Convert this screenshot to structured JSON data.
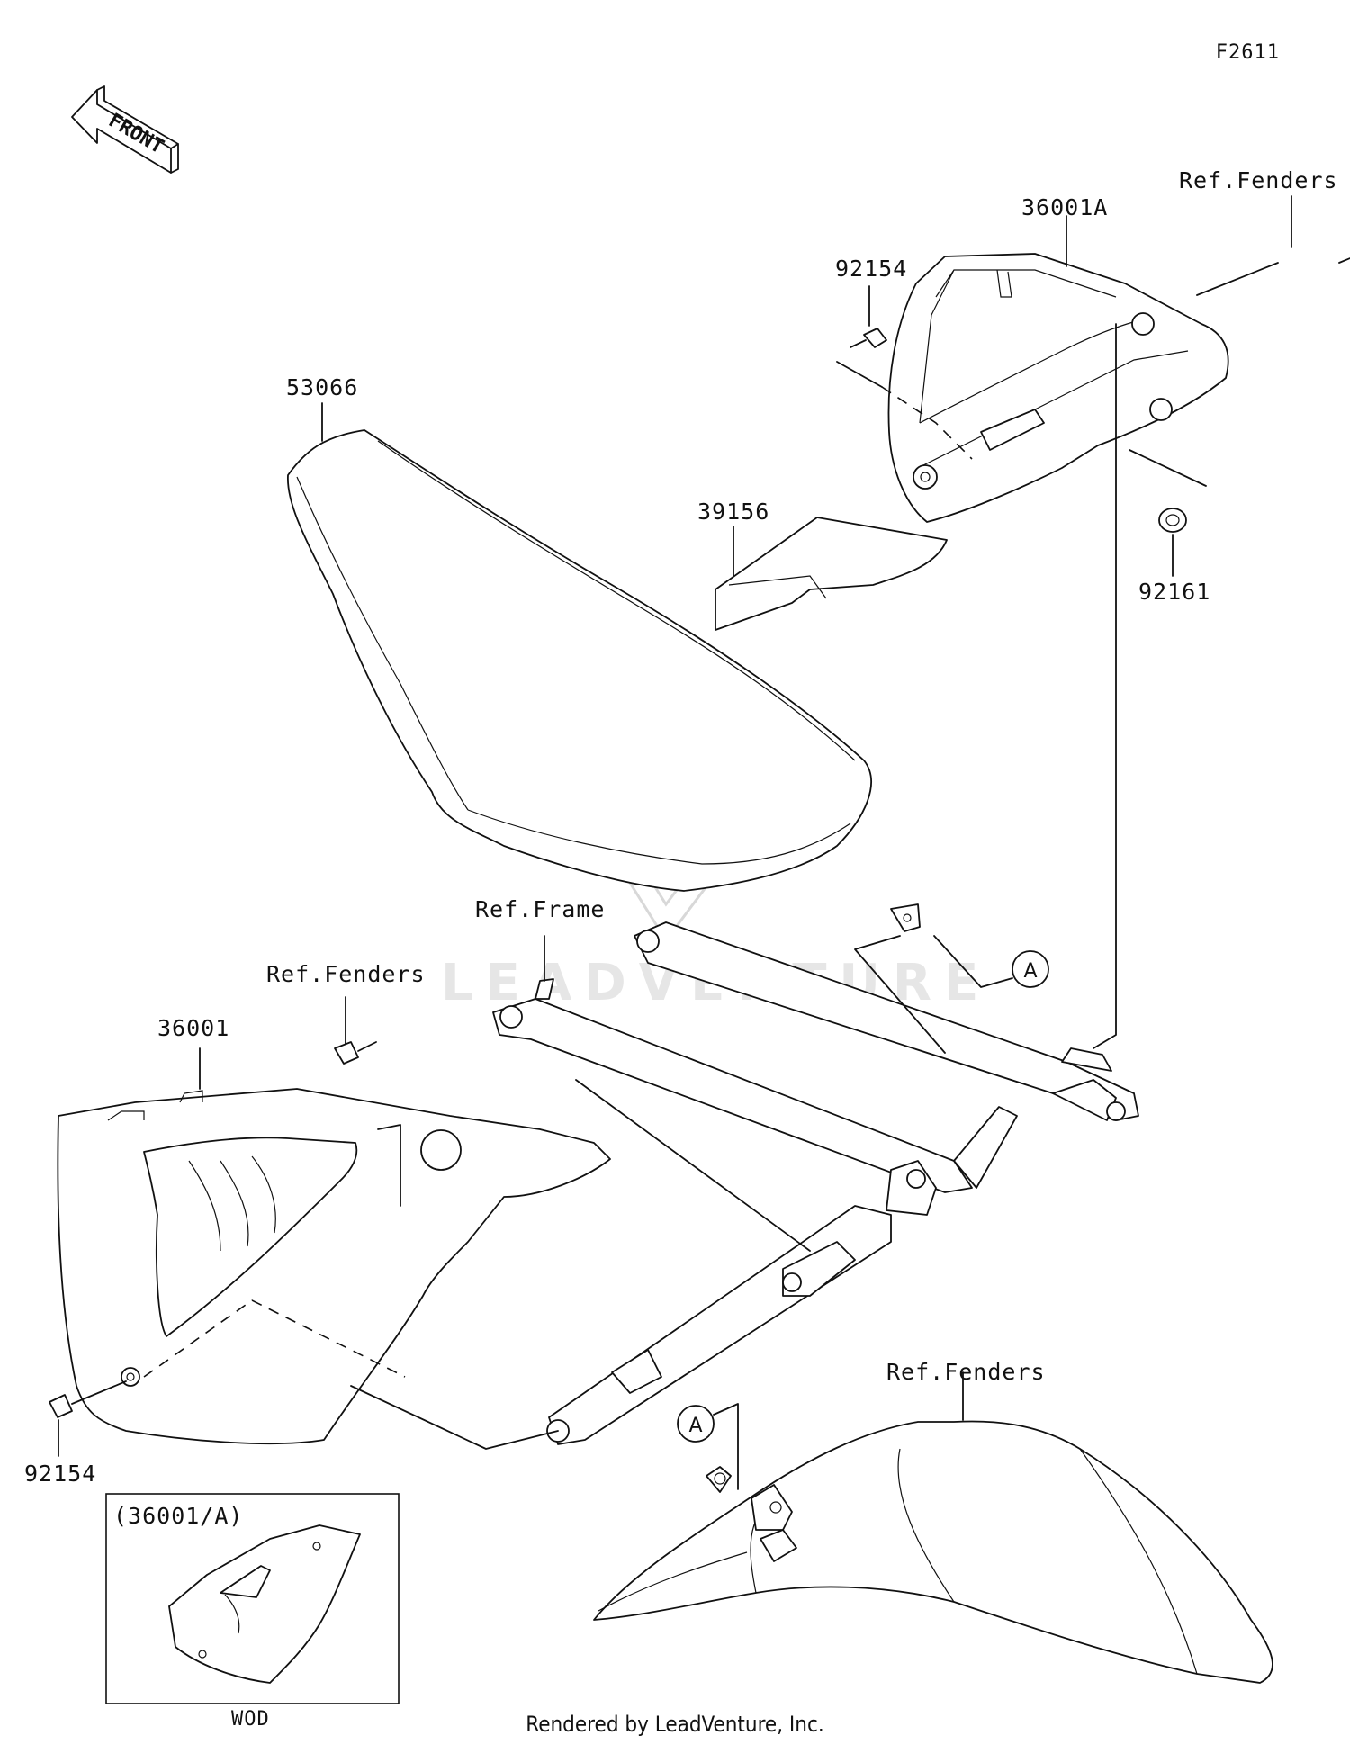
{
  "diagram_code": "F2611",
  "front_label": "FRONT",
  "callout_a": "A",
  "parts": {
    "seat": "53066",
    "left_side_cover": "36001",
    "right_side_cover": "36001A",
    "bolt_upper": "92154",
    "bolt_lower": "92154",
    "pad": "39156",
    "damper": "92161"
  },
  "refs": {
    "fenders_top": "Ref.Fenders",
    "fenders_mid": "Ref.Fenders",
    "fenders_bottom": "Ref.Fenders",
    "frame": "Ref.Frame"
  },
  "inset": {
    "title": "(36001/A)",
    "caption": "WOD"
  },
  "watermark": "LEADVENTURE",
  "footer": "Rendered by LeadVenture, Inc."
}
